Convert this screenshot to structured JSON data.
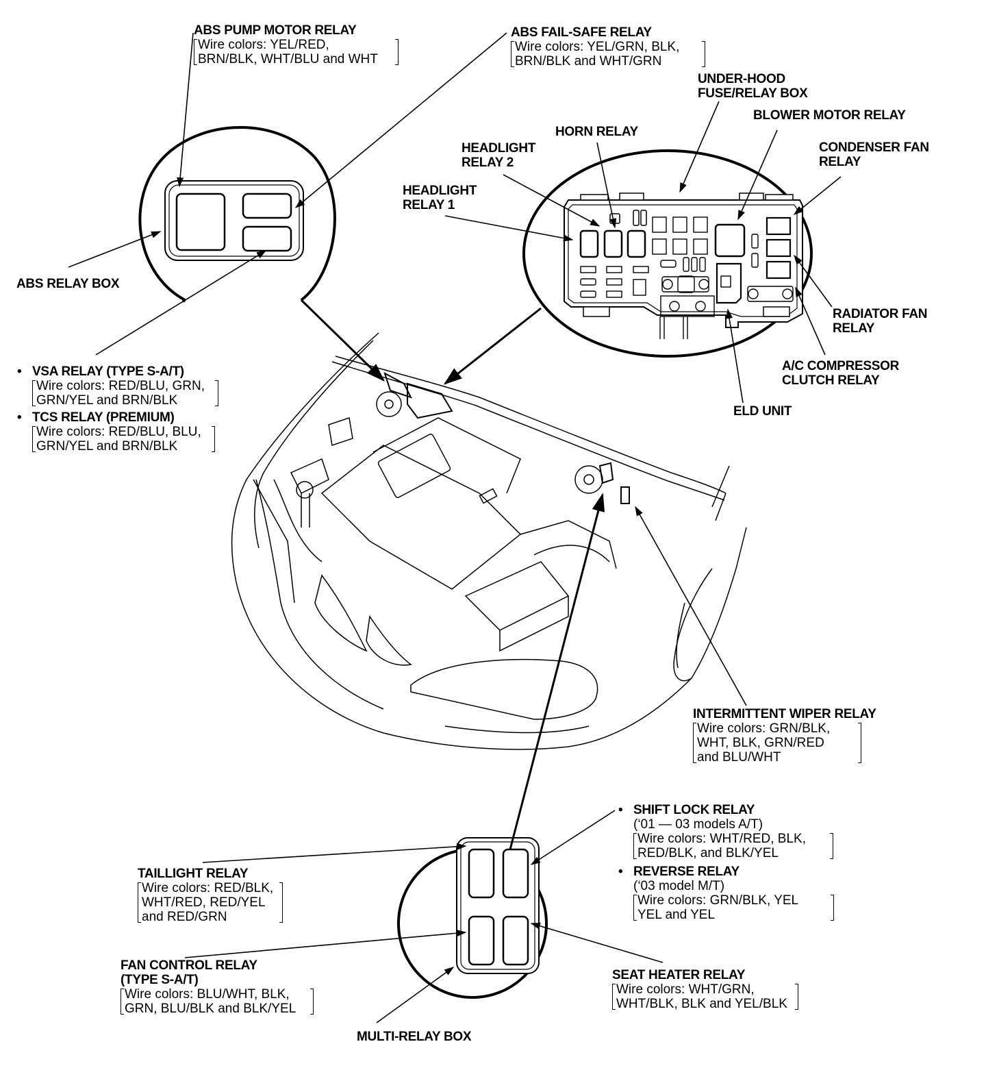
{
  "diagram": {
    "subject": "Engine compartment relay locations",
    "callouts": {
      "abs_pump_motor_relay": {
        "title": "ABS PUMP MOTOR RELAY",
        "wire_lines": [
          "Wire colors: YEL/RED,",
          "BRN/BLK, WHT/BLU and WHT"
        ]
      },
      "abs_fail_safe_relay": {
        "title": "ABS FAIL-SAFE RELAY",
        "wire_lines": [
          "Wire colors: YEL/GRN, BLK,",
          "BRN/BLK and WHT/GRN"
        ]
      },
      "under_hood_box": {
        "lines": [
          "UNDER-HOOD",
          "FUSE/RELAY BOX"
        ]
      },
      "blower_motor_relay": {
        "lines": [
          "BLOWER MOTOR RELAY"
        ]
      },
      "horn_relay": {
        "lines": [
          "HORN RELAY"
        ]
      },
      "headlight_relay_2": {
        "lines": [
          "HEADLIGHT",
          "RELAY 2"
        ]
      },
      "condenser_fan_relay": {
        "lines": [
          "CONDENSER FAN",
          "RELAY"
        ]
      },
      "headlight_relay_1": {
        "lines": [
          "HEADLIGHT",
          "RELAY 1"
        ]
      },
      "abs_relay_box": {
        "lines": [
          "ABS RELAY BOX"
        ]
      },
      "radiator_fan_relay": {
        "lines": [
          "RADIATOR FAN",
          "RELAY"
        ]
      },
      "ac_compressor_clutch_relay": {
        "lines": [
          "A/C COMPRESSOR",
          "CLUTCH RELAY"
        ]
      },
      "eld_unit": {
        "lines": [
          "ELD UNIT"
        ]
      },
      "vsa_relay": {
        "bullet": "•",
        "title": "VSA RELAY (TYPE S-A/T)",
        "wire_lines": [
          "Wire colors: RED/BLU, GRN,",
          "GRN/YEL and BRN/BLK"
        ]
      },
      "tcs_relay": {
        "bullet": "•",
        "title": "TCS RELAY (PREMIUM)",
        "wire_lines": [
          "Wire colors: RED/BLU, BLU,",
          "GRN/YEL and BRN/BLK"
        ]
      },
      "intermittent_wiper_relay": {
        "title": "INTERMITTENT WIPER RELAY",
        "wire_lines": [
          "Wire colors: GRN/BLK,",
          "WHT, BLK, GRN/RED",
          "and BLU/WHT"
        ]
      },
      "shift_lock_relay": {
        "bullet": "•",
        "title": "SHIFT LOCK RELAY",
        "note": "(‘01 — 03 models A/T)",
        "wire_lines": [
          "Wire colors: WHT/RED, BLK,",
          "RED/BLK,  and BLK/YEL"
        ]
      },
      "reverse_relay": {
        "bullet": "•",
        "title": "REVERSE RELAY",
        "note": "(‘03 model M/T)",
        "wire_lines": [
          "Wire colors: GRN/BLK, YEL",
          "YEL and YEL"
        ]
      },
      "taillight_relay": {
        "title": "TAILLIGHT RELAY",
        "wire_lines": [
          "Wire colors: RED/BLK,",
          "WHT/RED, RED/YEL",
          "and RED/GRN"
        ]
      },
      "fan_control_relay": {
        "title": "FAN CONTROL RELAY",
        "note": "(TYPE S-A/T)",
        "wire_lines": [
          "Wire colors: BLU/WHT, BLK,",
          "GRN, BLU/BLK and BLK/YEL"
        ]
      },
      "seat_heater_relay": {
        "title": "SEAT HEATER RELAY",
        "wire_lines": [
          "Wire colors: WHT/GRN,",
          "WHT/BLK, BLK and YEL/BLK"
        ]
      },
      "multi_relay_box": {
        "lines": [
          "MULTI-RELAY BOX"
        ]
      }
    }
  }
}
